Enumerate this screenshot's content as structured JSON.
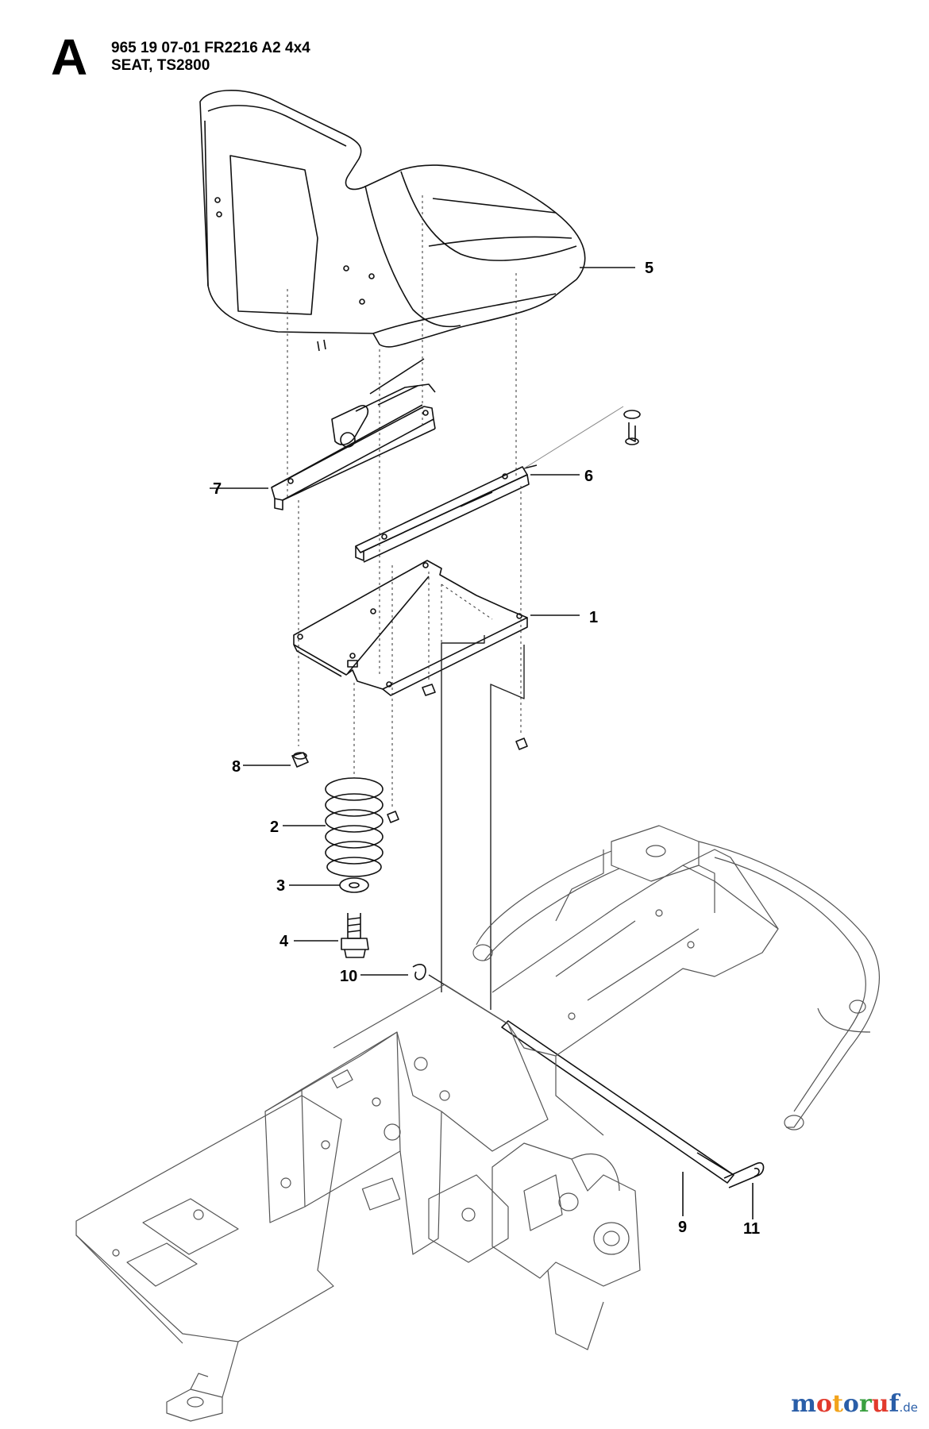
{
  "header": {
    "section_letter": "A",
    "line1": "965 19 07-01 FR2216 A2 4x4",
    "line2": "SEAT, TS2800"
  },
  "callouts": [
    "1",
    "2",
    "3",
    "4",
    "5",
    "6",
    "7",
    "8",
    "9",
    "10",
    "11"
  ],
  "watermark": {
    "letters": [
      "m",
      "o",
      "t",
      "o",
      "r",
      "u",
      "f"
    ],
    "letter_colors": [
      "#2a5ea8",
      "#e23a2d",
      "#f2a31b",
      "#2a5ea8",
      "#3aa040",
      "#e23a2d",
      "#2a5ea8"
    ],
    "suffix": ".de"
  },
  "colors": {
    "line": "#111111",
    "frame_line": "#555555",
    "background": "#ffffff"
  }
}
